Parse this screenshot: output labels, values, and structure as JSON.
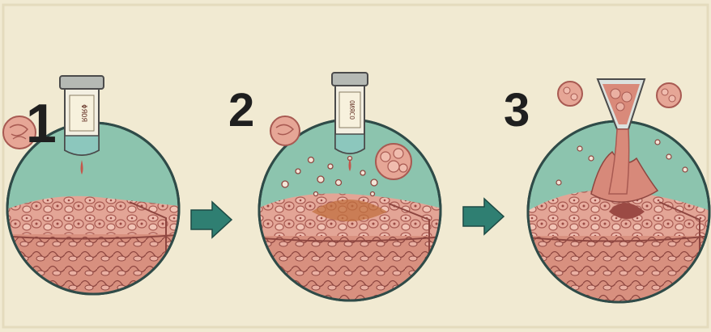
{
  "steps": [
    {
      "number": "1",
      "vial_label": "ΦЯОЯ"
    },
    {
      "number": "2",
      "vial_label": "ОИЯСО"
    },
    {
      "number": "3"
    }
  ],
  "colors": {
    "background": "#f1ead2",
    "circle_fill": "#8cc4ae",
    "circle_stroke": "#2f4b48",
    "tissue": "#e0a090",
    "tissue_dark": "#b8645a",
    "arrow": "#2f7f72",
    "number": "#1f1f1f"
  },
  "icons": [
    "vial-icon",
    "cell-cluster-icon",
    "arrow-right-icon",
    "funnel-icon"
  ]
}
